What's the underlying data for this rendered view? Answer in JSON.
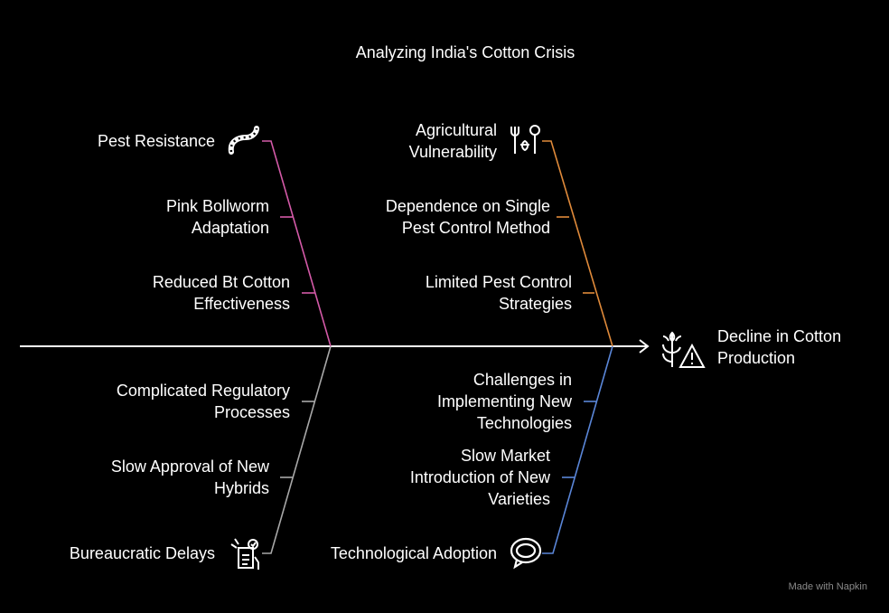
{
  "title": "Analyzing India's Cotton Crisis",
  "effect": "Decline in Cotton Production",
  "categories": [
    {
      "label": "Pest Resistance",
      "color": "#d45aa8",
      "icon": "worm-icon",
      "causes": [
        "Pink Bollworm Adaptation",
        "Reduced Bt Cotton Effectiveness"
      ]
    },
    {
      "label": "Agricultural Vulnerability",
      "color": "#e08a3a",
      "icon": "farm-tools-icon",
      "causes": [
        "Dependence on Single Pest Control Method",
        "Limited Pest Control Strategies"
      ]
    },
    {
      "label": "Bureaucratic Delays",
      "color": "#a8a8a8",
      "icon": "document-approval-icon",
      "causes": [
        "Complicated Regulatory Processes",
        "Slow Approval of New Hybrids"
      ]
    },
    {
      "label": "Technological Adoption",
      "color": "#5a86d8",
      "icon": "speech-bubble-icon",
      "causes": [
        "Challenges in Implementing New Technologies",
        "Slow Market Introduction of New Varieties"
      ]
    }
  ],
  "watermark": "Made with Napkin"
}
